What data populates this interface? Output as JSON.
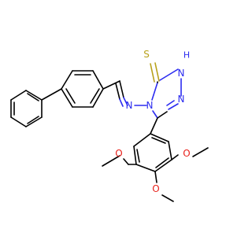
{
  "structure": {
    "atoms": {
      "S": "S",
      "NH": "N",
      "H": "H",
      "N_ring_a": "N",
      "N_ring_b": "N",
      "N_imine": "N",
      "O_1": "O",
      "O_2": "O",
      "O_3": "O"
    },
    "colors": {
      "bond": "#000000",
      "nitrogen": "#2c2cf0",
      "oxygen": "#e8211b",
      "sulfur": "#b8a11a"
    }
  }
}
